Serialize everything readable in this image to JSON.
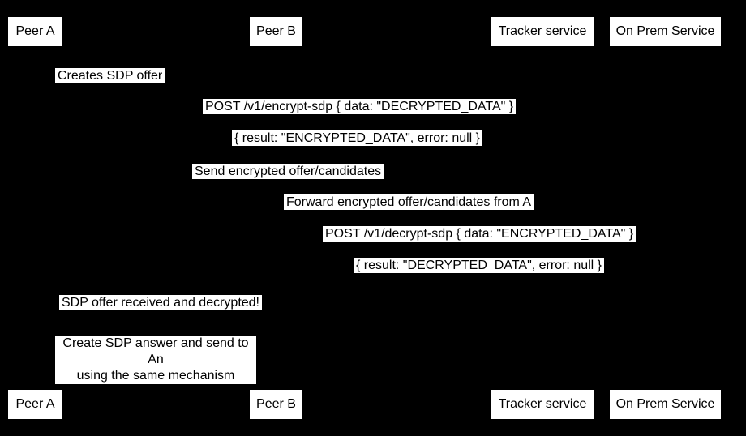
{
  "colors": {
    "background": "#000000",
    "box_fill": "#ffffff",
    "box_text": "#000000"
  },
  "actors": [
    {
      "label": "Peer A"
    },
    {
      "label": "Peer B"
    },
    {
      "label": "Tracker service"
    },
    {
      "label": "On Prem Service"
    }
  ],
  "messages": [
    {
      "text": "Creates SDP offer"
    },
    {
      "text": "POST /v1/encrypt-sdp { data: \"DECRYPTED_DATA\" }"
    },
    {
      "text": "{ result: \"ENCRYPTED_DATA\", error: null }"
    },
    {
      "text": "Send encrypted offer/candidates"
    },
    {
      "text": "Forward encrypted offer/candidates from A"
    },
    {
      "text": "POST /v1/decrypt-sdp { data: \"ENCRYPTED_DATA\" }"
    },
    {
      "text": "{ result: \"DECRYPTED_DATA\", error: null }"
    },
    {
      "text": "SDP offer received and decrypted!"
    },
    {
      "text": "Create SDP answer and send to An\nusing the same mechanism"
    }
  ]
}
